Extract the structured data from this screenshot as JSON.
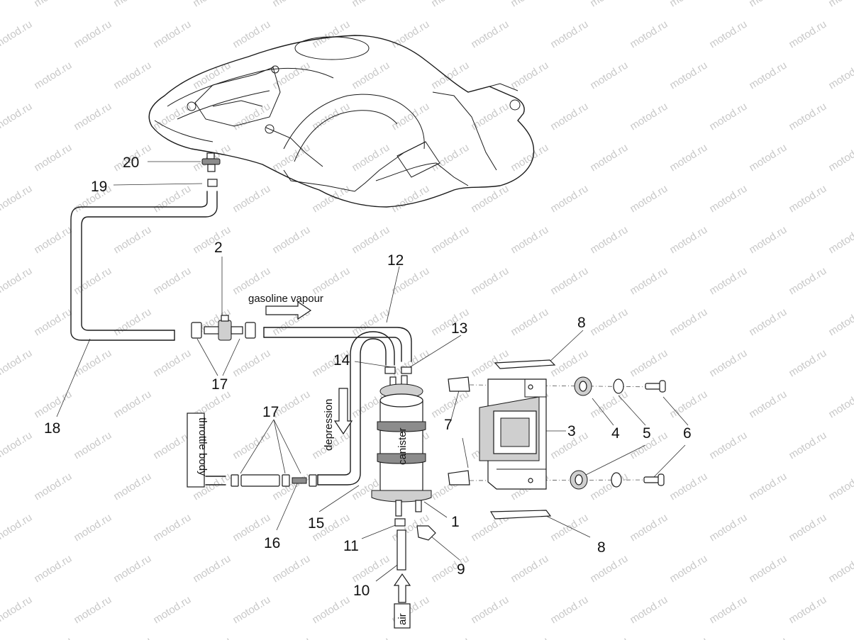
{
  "watermark": "motod.ru",
  "labels": {
    "gasoline_vapour": "gasoline vapour",
    "depression": "depression",
    "throttle_body": "throttle body",
    "canister": "canister",
    "air": "air"
  },
  "callouts": [
    "20",
    "19",
    "2",
    "12",
    "13",
    "14",
    "8",
    "17",
    "18",
    "17",
    "7",
    "3",
    "4",
    "5",
    "6",
    "16",
    "15",
    "1",
    "11",
    "10",
    "9",
    "8"
  ]
}
